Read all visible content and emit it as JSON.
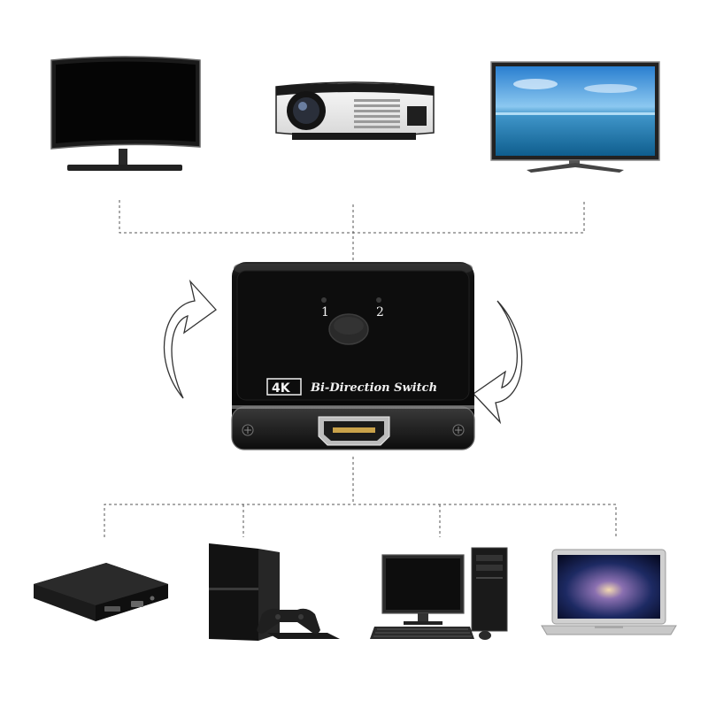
{
  "switch": {
    "badge": "4K",
    "brand": "Bi-Direction Switch",
    "led_1_label": "1",
    "led_2_label": "2"
  }
}
